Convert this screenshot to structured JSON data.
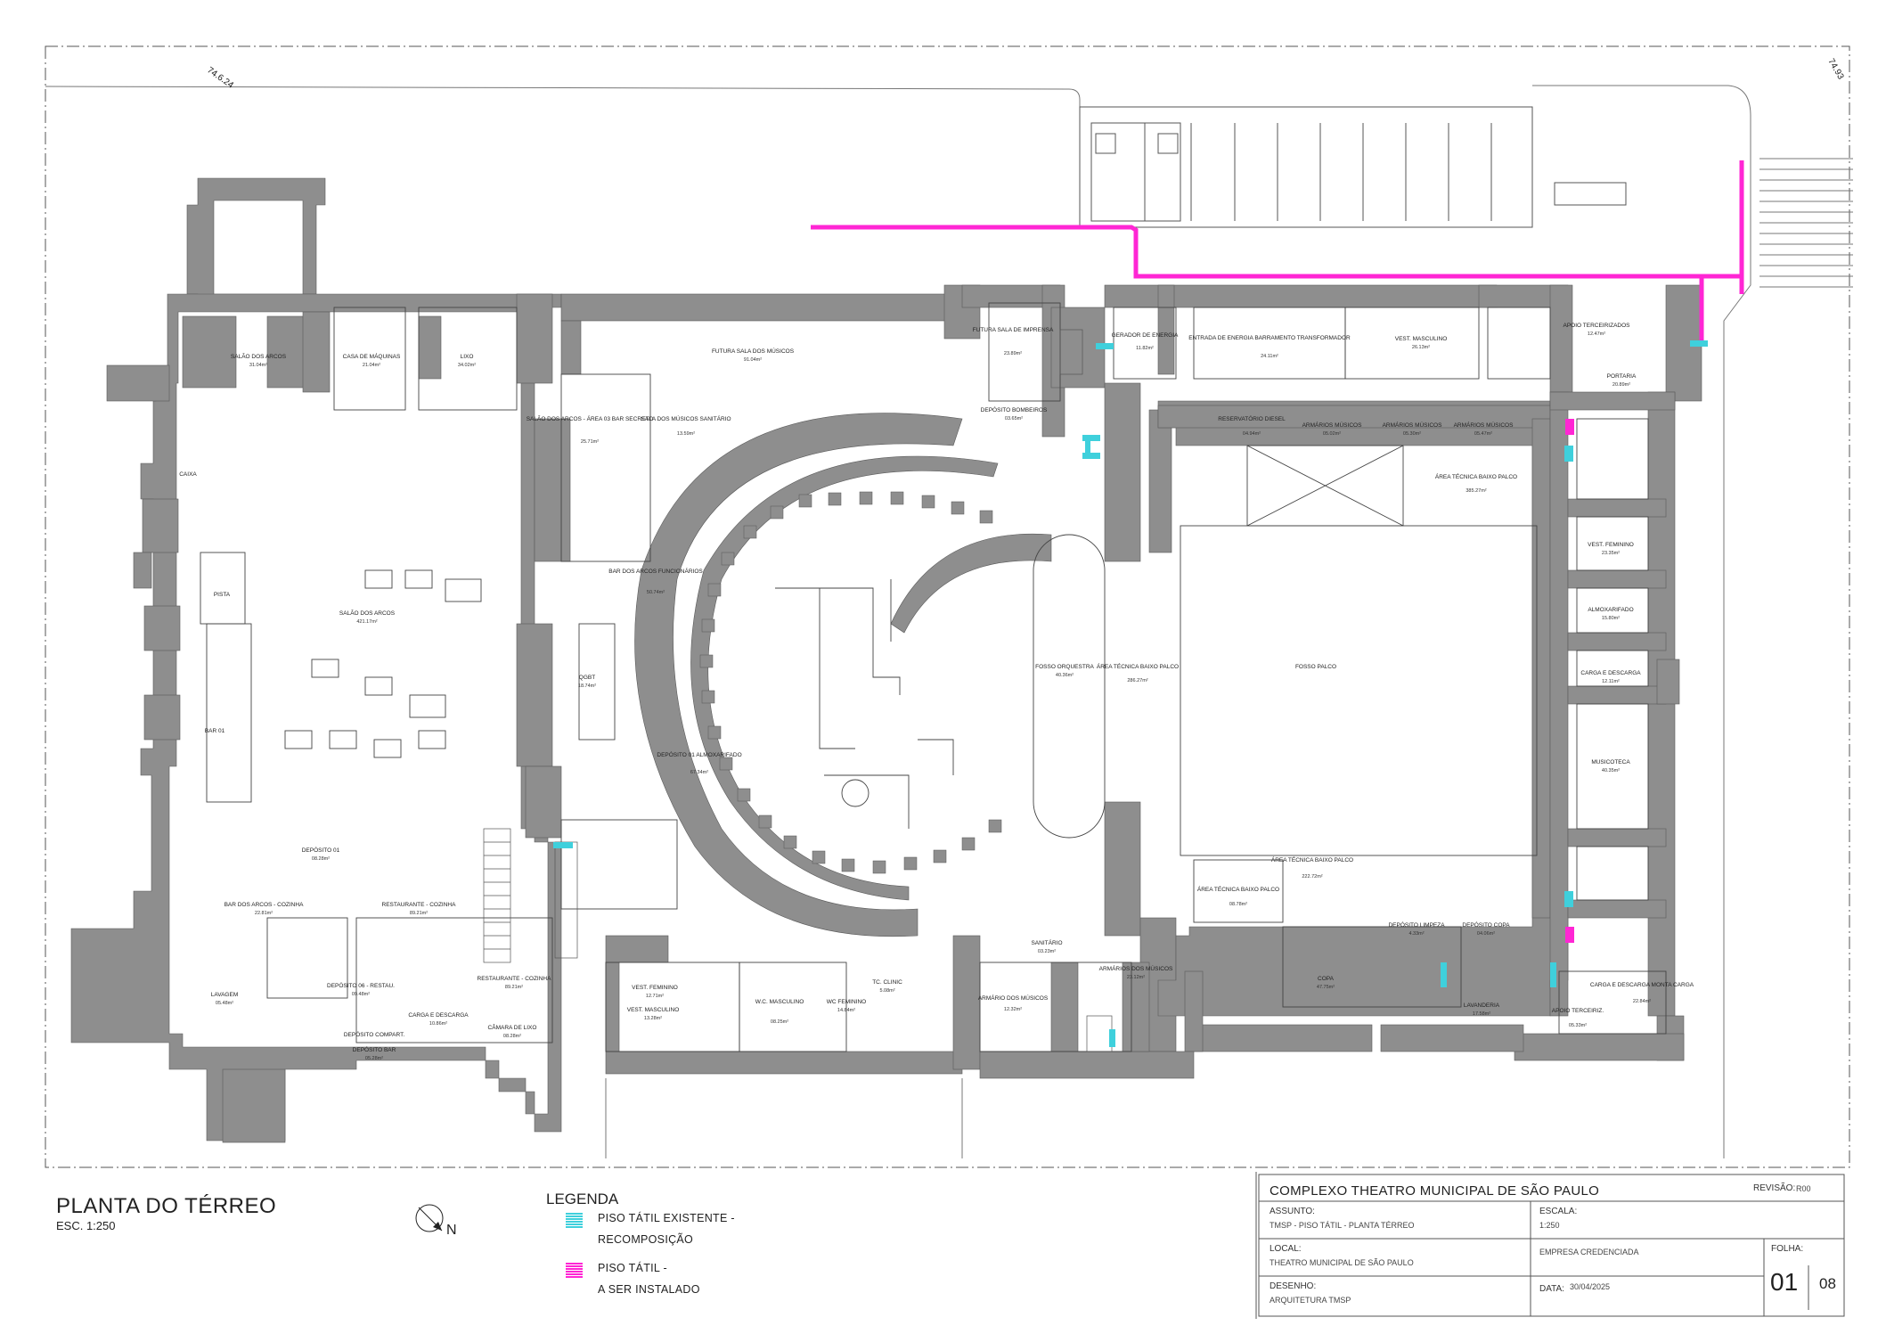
{
  "plan": {
    "title": "PLANTA DO TÉRREO",
    "scale": "ESC. 1:250",
    "north_label": "N",
    "dimension_left": "74.6.24",
    "dimension_right": "74.93"
  },
  "rooms": [
    {
      "id": "salao-arcos-top",
      "name": "SALÃO DOS ARCOS",
      "area": "31.04m²"
    },
    {
      "id": "casa-maquinas",
      "name": "CASA DE MÁQUINAS",
      "area": "21.04m²"
    },
    {
      "id": "lixo",
      "name": "LIXO",
      "area": "34.02m²"
    },
    {
      "id": "futura-sala-musicos",
      "name": "FUTURA SALA DOS MÚSICOS",
      "area": "91.04m²"
    },
    {
      "id": "futura-sala-imprensa",
      "name": "FUTURA SALA DE IMPRENSA",
      "area": "23.89m²"
    },
    {
      "id": "gerador",
      "name": "GERADOR DE ENERGIA",
      "area": "11.82m²"
    },
    {
      "id": "entrada-energia",
      "name": "ENTRADA DE ENERGIA BARRAMENTO TRANSFORMADOR",
      "area": "24.11m²"
    },
    {
      "id": "vest-masculino-top",
      "name": "VEST. MASCULINO",
      "area": "26.13m²"
    },
    {
      "id": "apoio-terceirizados",
      "name": "APOIO TERCEIRIZADOS",
      "area": "12.47m²"
    },
    {
      "id": "portaria",
      "name": "PORTARIA",
      "area": "20.89m²"
    },
    {
      "id": "caixa",
      "name": "CAIXA",
      "area": ""
    },
    {
      "id": "salao-arcos-03",
      "name": "SALÃO DOS ARCOS - ÁREA 03 BAR SECRETO",
      "area": "25.71m²"
    },
    {
      "id": "sala-musicos-sanitario",
      "name": "SALA DOS MÚSICOS SANITÁRIO",
      "area": "13.59m²"
    },
    {
      "id": "deposito-bombeiros",
      "name": "DEPÓSITO BOMBEIROS",
      "area": "03.65m²"
    },
    {
      "id": "reservatorio-diesel",
      "name": "RESERVATÓRIO DIESEL",
      "area": "04.94m²"
    },
    {
      "id": "armarios-musicos-1",
      "name": "ARMÁRIOS MÚSICOS",
      "area": "05.02m²"
    },
    {
      "id": "armarios-musicos-2",
      "name": "ARMÁRIOS MÚSICOS",
      "area": "05.30m²"
    },
    {
      "id": "armarios-musicos-3",
      "name": "ARMÁRIOS MÚSICOS",
      "area": "05.47m²"
    },
    {
      "id": "area-tecnica-baixo-palco-top",
      "name": "ÁREA TÉCNICA BAIXO PALCO",
      "area": "385.27m²"
    },
    {
      "id": "pista",
      "name": "PISTA",
      "area": ""
    },
    {
      "id": "salao-arcos-main",
      "name": "SALÃO DOS ARCOS",
      "area": "421.17m²"
    },
    {
      "id": "bar-arcos-funcionarios",
      "name": "BAR DOS ARCOS FUNCIONÁRIOS",
      "area": "50.74m²"
    },
    {
      "id": "vest-feminino-right",
      "name": "VEST. FEMININO",
      "area": "23.35m²"
    },
    {
      "id": "almoxarifado-right",
      "name": "ALMOXARIFADO",
      "area": "15.80m²"
    },
    {
      "id": "qgbt",
      "name": "QGBT",
      "area": "18.74m²"
    },
    {
      "id": "fosso-orquestra",
      "name": "FOSSO ORQUESTRA",
      "area": "40.36m²"
    },
    {
      "id": "area-tecnica-baixo-palco-mid",
      "name": "ÁREA TÉCNICA BAIXO PALCO",
      "area": "286.27m²"
    },
    {
      "id": "fosso-palco",
      "name": "FOSSO PALCO",
      "area": ""
    },
    {
      "id": "carga-descarga-right",
      "name": "CARGA E DESCARGA",
      "area": "12.11m²"
    },
    {
      "id": "bar-01",
      "name": "BAR 01",
      "area": ""
    },
    {
      "id": "deposito-almoxarifado",
      "name": "DEPÓSITO 01 ALMOXARIFADO",
      "area": "67.34m²"
    },
    {
      "id": "musicoteca",
      "name": "MUSICOTECA",
      "area": "40.35m²"
    },
    {
      "id": "deposito-01",
      "name": "DEPÓSITO 01",
      "area": "08.28m²"
    },
    {
      "id": "area-tecnica-baixo-palco-low",
      "name": "ÁREA TÉCNICA BAIXO PALCO",
      "area": "222.72m²"
    },
    {
      "id": "area-tecnica-small",
      "name": "ÁREA TÉCNICA BAIXO PALCO",
      "area": "08.78m²"
    },
    {
      "id": "bar-arcos-cozinha",
      "name": "BAR DOS ARCOS - COZINHA",
      "area": "22.81m²"
    },
    {
      "id": "restaurante-cozinha-1",
      "name": "RESTAURANTE - COZINHA",
      "area": "89.21m²"
    },
    {
      "id": "deposito-limpeza",
      "name": "DEPÓSITO LIMPEZA",
      "area": "4.33m²"
    },
    {
      "id": "deposito-copa",
      "name": "DEPÓSITO COPA",
      "area": "04.06m²"
    },
    {
      "id": "sanitario",
      "name": "SANITÁRIO",
      "area": "03.23m²"
    },
    {
      "id": "armarios-musicos-mid",
      "name": "ARMÁRIOS DOS MÚSICOS",
      "area": "23.12m²"
    },
    {
      "id": "lavagem",
      "name": "LAVAGEM",
      "area": "05.48m²"
    },
    {
      "id": "deposito-06",
      "name": "DEPÓSITO 06 - RESTAU.",
      "area": "09.48m²"
    },
    {
      "id": "restaurante-cozinha-2",
      "name": "RESTAURANTE - COZINHA",
      "area": "89.21m²"
    },
    {
      "id": "vest-feminino-low",
      "name": "VEST. FEMININO",
      "area": "12.71m²"
    },
    {
      "id": "tc-clinic",
      "name": "TC. CLINIC",
      "area": "5.08m²"
    },
    {
      "id": "wc-feminino",
      "name": "WC FEMININO",
      "area": "14.84m²"
    },
    {
      "id": "wc-masculino",
      "name": "W.C. MASCULINO",
      "area": "08.25m²"
    },
    {
      "id": "copa",
      "name": "COPA",
      "area": "47.75m²"
    },
    {
      "id": "lavanderia",
      "name": "LAVANDERIA",
      "area": "17.58m²"
    },
    {
      "id": "apoio-terceiriz",
      "name": "APOIO TERCEIRIZ.",
      "area": "05.33m²"
    },
    {
      "id": "carga-descarga-monta",
      "name": "CARGA E DESCARGA MONTA CARGA",
      "area": "22.84m²"
    },
    {
      "id": "armario-musicos-low",
      "name": "ARMÁRIO DOS MÚSICOS",
      "area": "12.32m²"
    },
    {
      "id": "vest-masculino-low",
      "name": "VEST. MASCULINO",
      "area": "13.28m²"
    },
    {
      "id": "carga-descarga-left",
      "name": "CARGA E DESCARGA",
      "area": "10.86m²"
    },
    {
      "id": "camara-lixo",
      "name": "CÂMARA DE LIXO",
      "area": "08.28m²"
    },
    {
      "id": "deposito-compart",
      "name": "DEPÓSITO COMPART.",
      "area": ""
    },
    {
      "id": "deposito-bar",
      "name": "DEPÓSITO BAR",
      "area": "05.28m²"
    }
  ],
  "legend": {
    "title": "LEGENDA",
    "items": [
      {
        "label_1": "PISO TÁTIL EXISTENTE -",
        "label_2": "RECOMPOSIÇÃO",
        "color": "#3fd0dc"
      },
      {
        "label_1": "PISO TÁTIL -",
        "label_2": "A SER INSTALADO",
        "color": "#ff26d4"
      }
    ]
  },
  "title_block": {
    "project": "COMPLEXO THEATRO MUNICIPAL DE SÃO PAULO",
    "revision_label": "REVISÃO:",
    "revision_value": "R00",
    "subject_label": "ASSUNTO:",
    "subject_value": "TMSP - PISO TÁTIL - PLANTA TÉRREO",
    "scale_label": "ESCALA:",
    "scale_value": "1:250",
    "local_label": "LOCAL:",
    "local_value": "THEATRO MUNICIPAL DE SÃO PAULO",
    "company_value": "EMPRESA CREDENCIADA",
    "drawing_label": "DESENHO:",
    "drawing_value": "ARQUITETURA TMSP",
    "date_label": "DATA:",
    "date_value": "30/04/2025",
    "sheet_label": "FOLHA:",
    "sheet_value": "01",
    "sheet_total": "08"
  },
  "colors": {
    "wall": "#8e8e8e",
    "tactile_existing": "#3fd0dc",
    "tactile_new": "#ff26d4"
  }
}
